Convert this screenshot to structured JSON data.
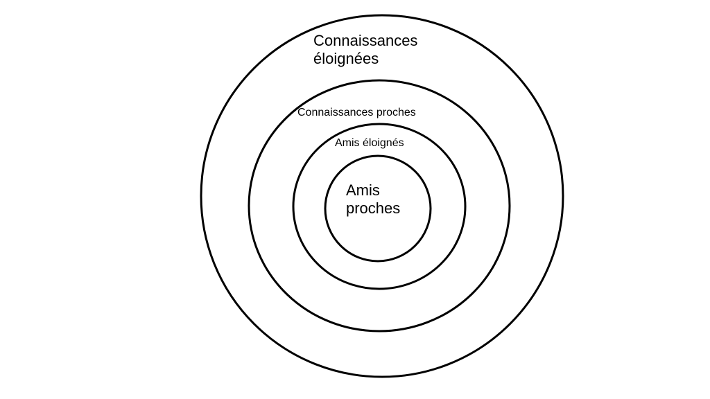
{
  "rings": [
    {
      "label_lines": [
        "Connaissances",
        "éloignées"
      ]
    },
    {
      "label": "Connaissances proches"
    },
    {
      "label": "Amis éloignés"
    },
    {
      "label_lines": [
        "Amis",
        "proches"
      ]
    }
  ],
  "colors": {
    "stroke": "#000000",
    "background": "#ffffff"
  }
}
